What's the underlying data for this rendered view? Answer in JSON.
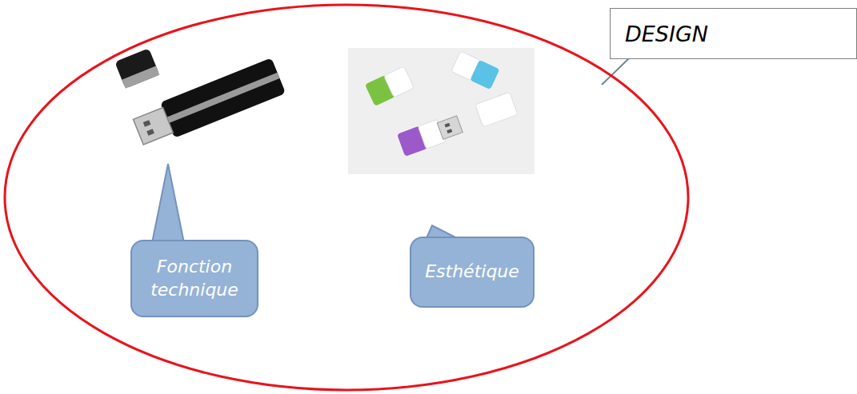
{
  "diagram": {
    "nodes": [
      {
        "text": [
          "DESIGN"
        ]
      },
      {
        "text": [
          "Fonction technique"
        ]
      },
      {
        "text": [
          "Esthétique"
        ]
      }
    ]
  }
}
